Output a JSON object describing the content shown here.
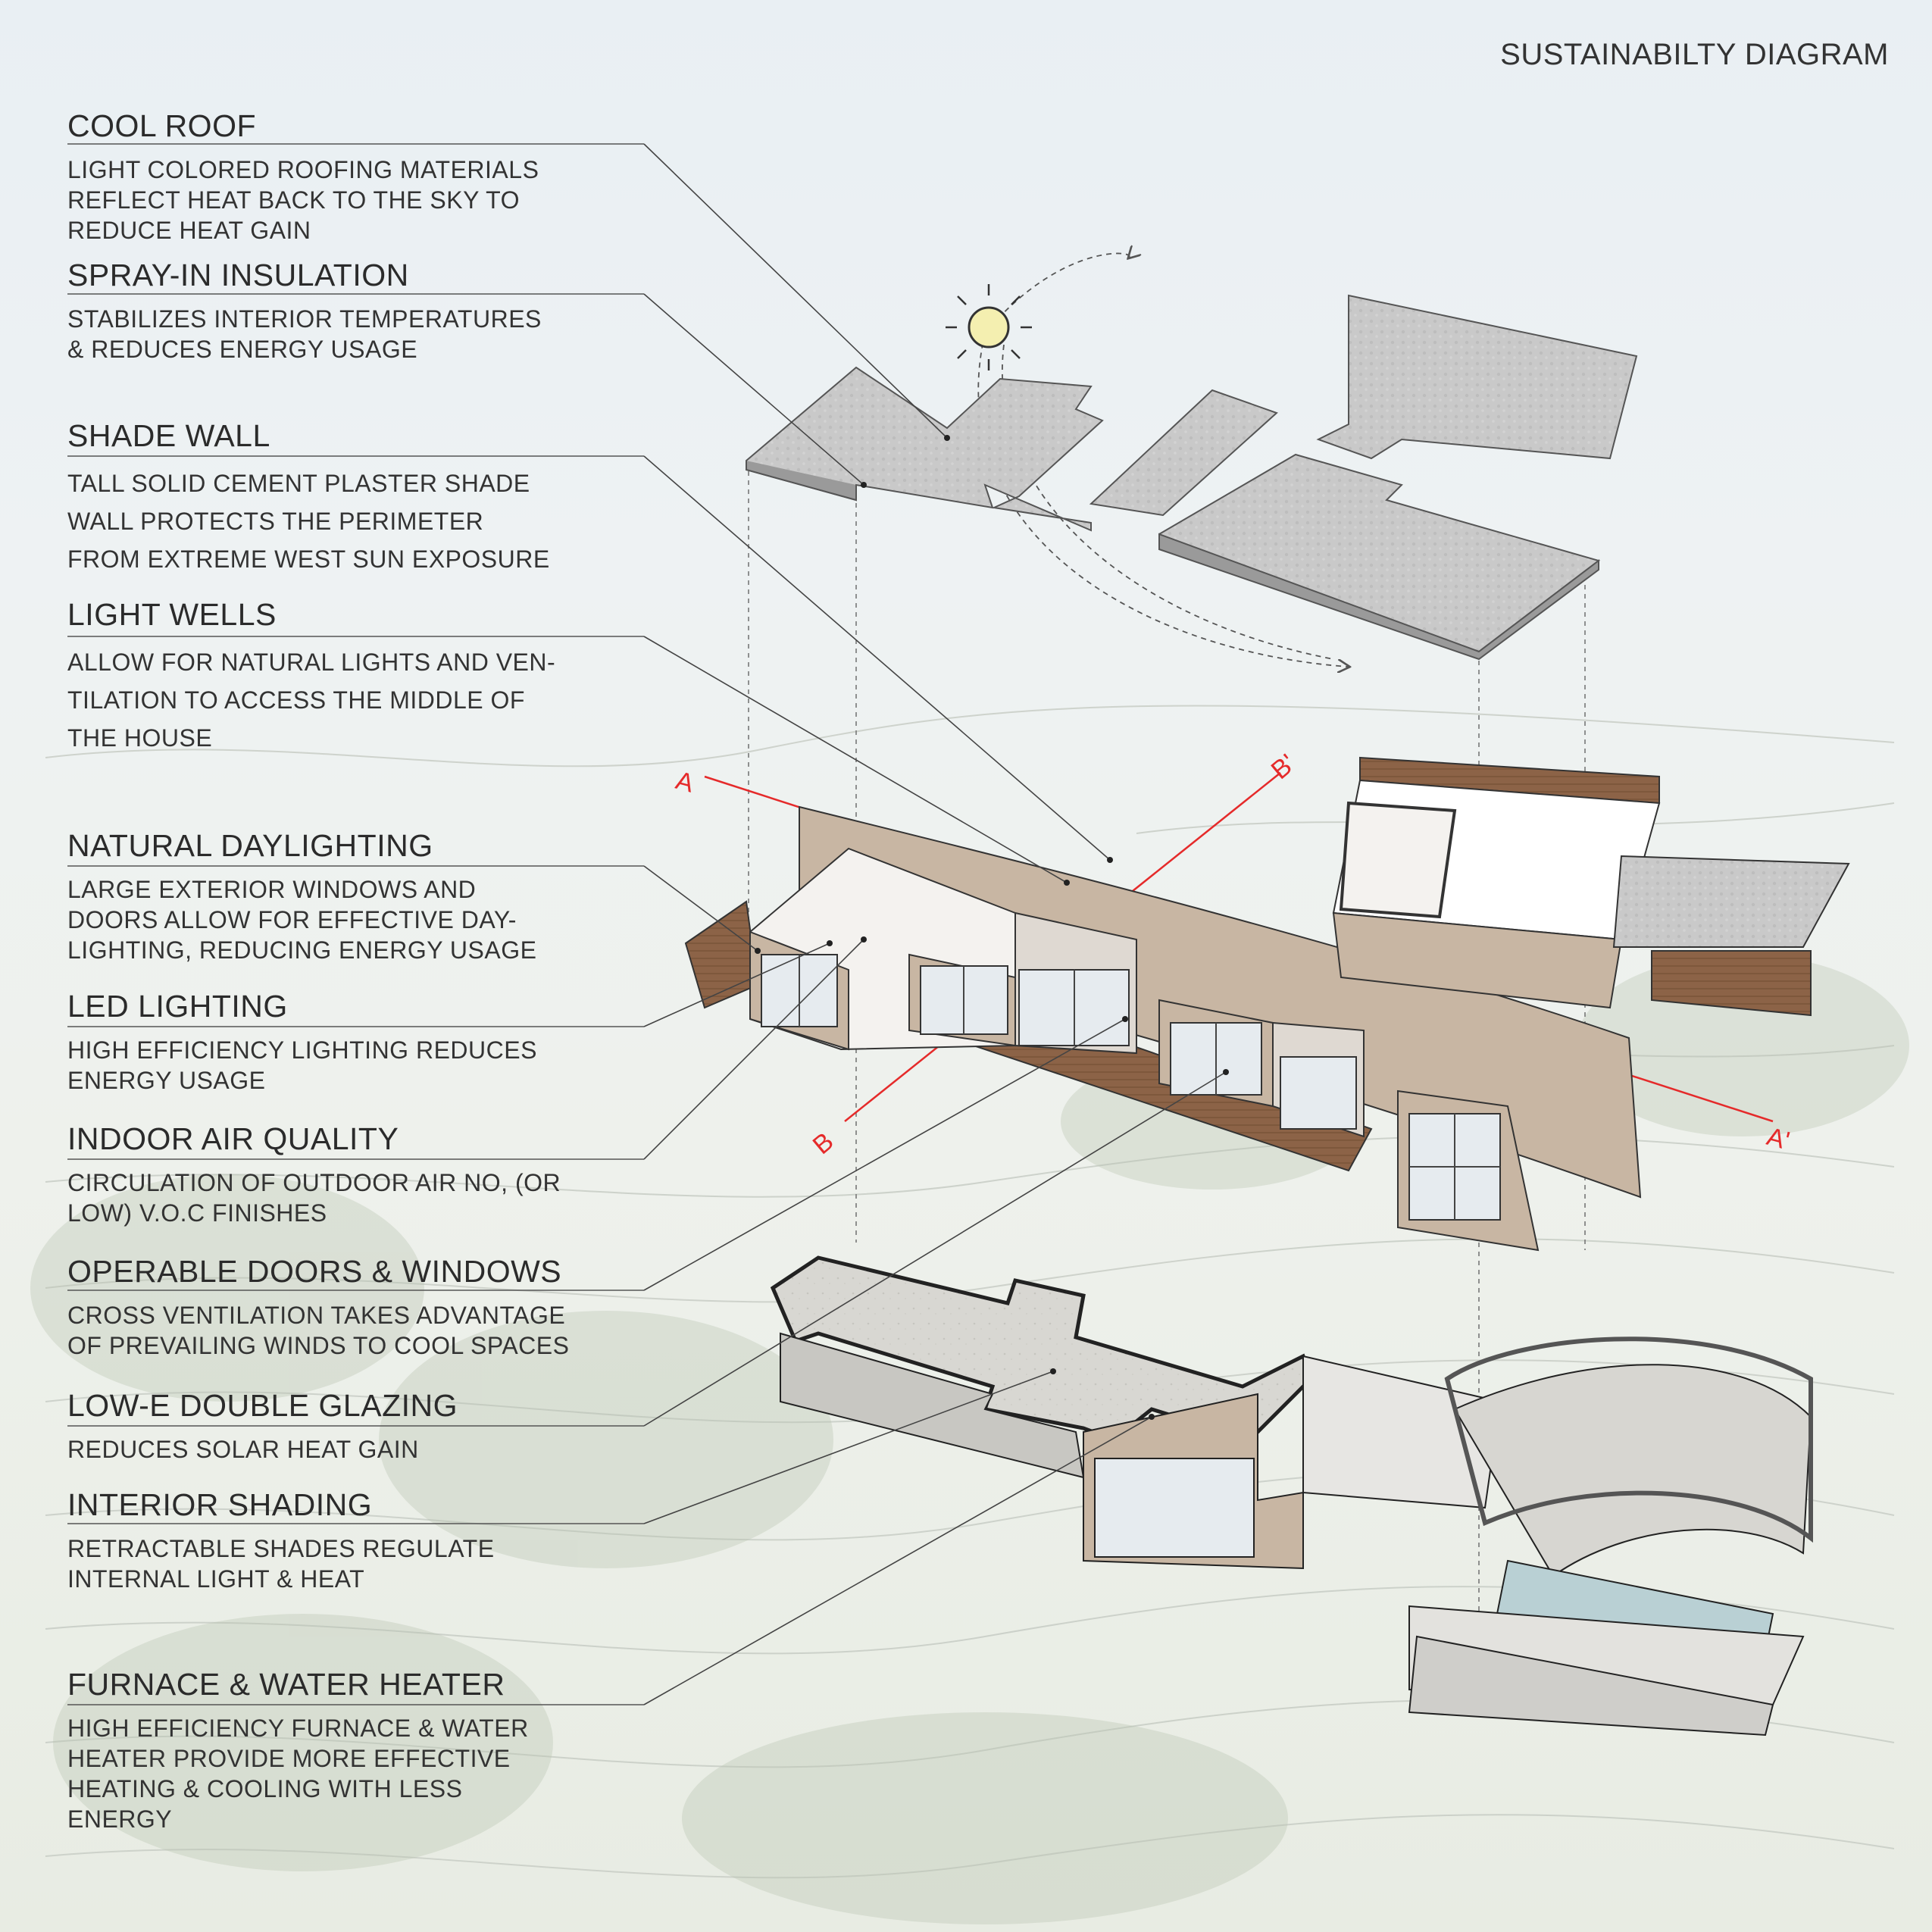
{
  "title": "SUSTAINABILTY DIAGRAM",
  "items": [
    {
      "key": "cool-roof",
      "title": "COOL ROOF",
      "lines": [
        "LIGHT COLORED ROOFING MATERIALS",
        "REFLECT HEAT BACK TO THE SKY TO",
        "REDUCE HEAT GAIN"
      ]
    },
    {
      "key": "spray-in-insulation",
      "title": "SPRAY-IN INSULATION",
      "lines": [
        "STABILIZES INTERIOR TEMPERATURES",
        "& REDUCES ENERGY USAGE"
      ]
    },
    {
      "key": "shade-wall",
      "title": "SHADE WALL",
      "lines": [
        "TALL SOLID CEMENT PLASTER SHADE",
        "WALL PROTECTS THE PERIMETER",
        "FROM EXTREME WEST SUN EXPOSURE"
      ]
    },
    {
      "key": "light-wells",
      "title": "LIGHT WELLS",
      "lines": [
        "ALLOW FOR NATURAL LIGHTS AND VEN-",
        "TILATION TO ACCESS THE MIDDLE OF",
        "THE HOUSE"
      ]
    },
    {
      "key": "natural-daylighting",
      "title": "NATURAL DAYLIGHTING",
      "lines": [
        "LARGE EXTERIOR WINDOWS  AND",
        "DOORS ALLOW FOR EFFECTIVE DAY-",
        "LIGHTING, REDUCING ENERGY USAGE"
      ]
    },
    {
      "key": "led-lighting",
      "title": "LED LIGHTING",
      "lines": [
        "HIGH EFFICIENCY LIGHTING REDUCES",
        "ENERGY USAGE"
      ]
    },
    {
      "key": "indoor-air-quality",
      "title": "INDOOR AIR QUALITY",
      "lines": [
        "CIRCULATION OF OUTDOOR AIR NO, (OR",
        "LOW) V.O.C FINISHES"
      ]
    },
    {
      "key": "operable-doors-windows",
      "title": "OPERABLE DOORS & WINDOWS",
      "lines": [
        "CROSS VENTILATION TAKES ADVANTAGE",
        "OF PREVAILING WINDS TO COOL SPACES"
      ]
    },
    {
      "key": "low-e-double-glazing",
      "title": "LOW-E DOUBLE GLAZING",
      "lines": [
        "REDUCES SOLAR HEAT GAIN"
      ]
    },
    {
      "key": "interior-shading",
      "title": "INTERIOR SHADING",
      "lines": [
        "RETRACTABLE SHADES REGULATE",
        "INTERNAL LIGHT & HEAT"
      ]
    },
    {
      "key": "furnace-water-heater",
      "title": "FURNACE & WATER HEATER",
      "lines": [
        "HIGH EFFICIENCY FURNACE & WATER",
        "HEATER PROVIDE MORE EFFECTIVE",
        "HEATING & COOLING WITH LESS",
        "ENERGY"
      ]
    }
  ],
  "section_markers": {
    "a": "A",
    "a_prime": "A'",
    "b": "B",
    "b_prime": "B'"
  }
}
